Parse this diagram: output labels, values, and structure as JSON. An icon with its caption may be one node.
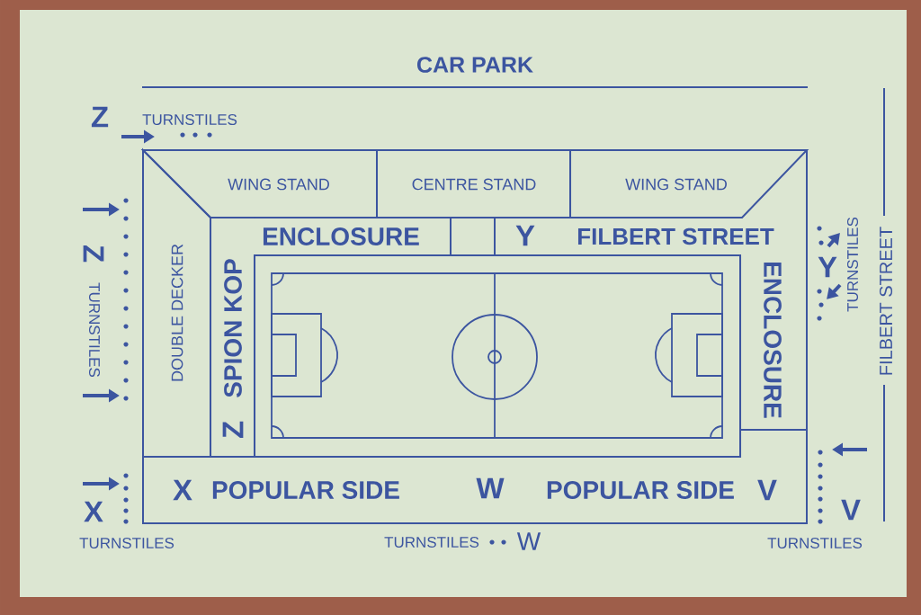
{
  "diagram": {
    "nodes": [
      {
        "text": [
          "WING STAND"
        ]
      },
      {
        "text": [
          "CENTRE STAND"
        ]
      },
      {
        "text": [
          "WING STAND"
        ]
      },
      {
        "text": [
          "DOUBLE DECKER"
        ]
      },
      {
        "text": [
          "ENCLOSURE"
        ]
      },
      {
        "text": [
          "Y",
          "FILBERT STREET"
        ]
      },
      {
        "text": [
          "Z",
          "SPION KOP"
        ]
      },
      {
        "text": [
          "ENCLOSURE"
        ]
      },
      {
        "text": [
          "X",
          "POPULAR SIDE",
          "W",
          "POPULAR SIDE",
          "V"
        ]
      }
    ],
    "labels": [
      "CAR PARK",
      "Z",
      "TURNSTILES",
      "Z",
      "TURNSTILES",
      "Y",
      "TURNSTILES",
      "FILBERT STREET",
      "V",
      "X",
      "TURNSTILES",
      "TURNSTILES",
      "W",
      "TURNSTILES"
    ]
  }
}
